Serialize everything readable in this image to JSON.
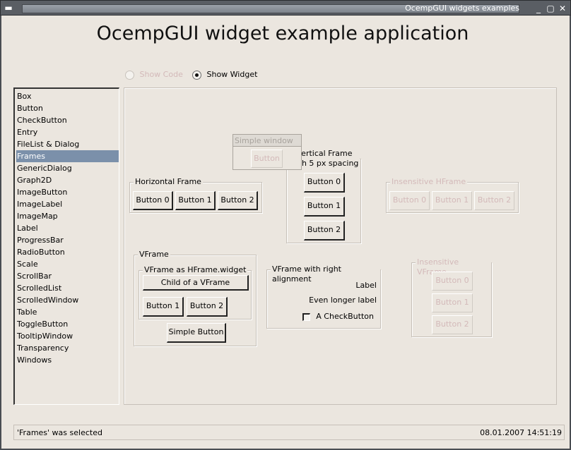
{
  "window": {
    "title": "OcempGUI widgets examples"
  },
  "heading": "OcempGUI widget example application",
  "mode": {
    "show_code": "Show Code",
    "show_widget": "Show Widget",
    "selected": "Show Widget"
  },
  "sidebar": {
    "selected": "Frames",
    "items": [
      "Box",
      "Button",
      "CheckButton",
      "Entry",
      "FileList & Dialog",
      "Frames",
      "GenericDialog",
      "Graph2D",
      "ImageButton",
      "ImageLabel",
      "ImageMap",
      "Label",
      "ProgressBar",
      "RadioButton",
      "Scale",
      "ScrollBar",
      "ScrolledList",
      "ScrolledWindow",
      "Table",
      "ToggleButton",
      "TooltipWindow",
      "Transparency",
      "Windows"
    ]
  },
  "demo": {
    "simple_window": {
      "title": "Simple window",
      "button": "Button"
    },
    "hframe": {
      "label": "Horizontal Frame",
      "buttons": [
        "Button 0",
        "Button 1",
        "Button 2"
      ]
    },
    "vframe_spacing": {
      "label_line1": "Vertical Frame",
      "label_line2": "with 5 px spacing",
      "buttons": [
        "Button 0",
        "Button 1",
        "Button 2"
      ]
    },
    "insensitive_hframe": {
      "label": "Insensitive HFrame",
      "buttons": [
        "Button 0",
        "Button 1",
        "Button 2"
      ]
    },
    "vframe": {
      "label": "VFrame",
      "inner_label": "VFrame as HFrame.widget",
      "child_button": "Child of a VFrame",
      "row_buttons": [
        "Button 1",
        "Button 2"
      ],
      "simple_button": "Simple Button"
    },
    "vframe_right": {
      "label": "VFrame with right alignment",
      "items": [
        "Label",
        "Even longer label"
      ],
      "checkbox": "A CheckButton",
      "checked": false
    },
    "insensitive_vframe": {
      "label": "Insensitive VFrame",
      "buttons": [
        "Button 0",
        "Button 1",
        "Button 2"
      ]
    }
  },
  "status": {
    "message": "'Frames' was selected",
    "timestamp": "08.01.2007 14:51:19"
  }
}
